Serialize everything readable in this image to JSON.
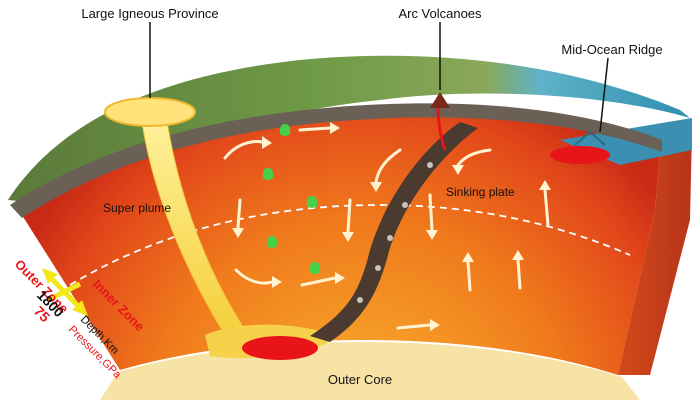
{
  "labels": {
    "large_igneous_province": "Large Igneous Province",
    "arc_volcanoes": "Arc Volcanoes",
    "mid_ocean_ridge": "Mid-Ocean Ridge",
    "super_plume": "Super plume",
    "sinking_plate": "Sinking plate",
    "outer_core": "Outer Core",
    "outer_zone": "Outer Zone",
    "inner_zone": "Inner Zone",
    "depth_value": "1800",
    "depth_unit": "Depth,Km",
    "pressure_value": "75",
    "pressure_unit": "Pressure,GPa"
  },
  "colors": {
    "mantle_outer": "#d9301a",
    "mantle_inner": "#f07a1c",
    "core": "#f7e3a6",
    "crust": "#6b6055",
    "land": "#5f8a3a",
    "ocean": "#4aa7c2",
    "plume": "#f4e26a",
    "slab": "#4a3a30",
    "melt": "#e8141a",
    "outer_zone_text": "#e8141a",
    "inner_zone_text": "#e8141a",
    "pressure_text": "#e8141a",
    "arrow_yellow": "#f5e61a",
    "flow_arrow": "#fff3d0"
  }
}
